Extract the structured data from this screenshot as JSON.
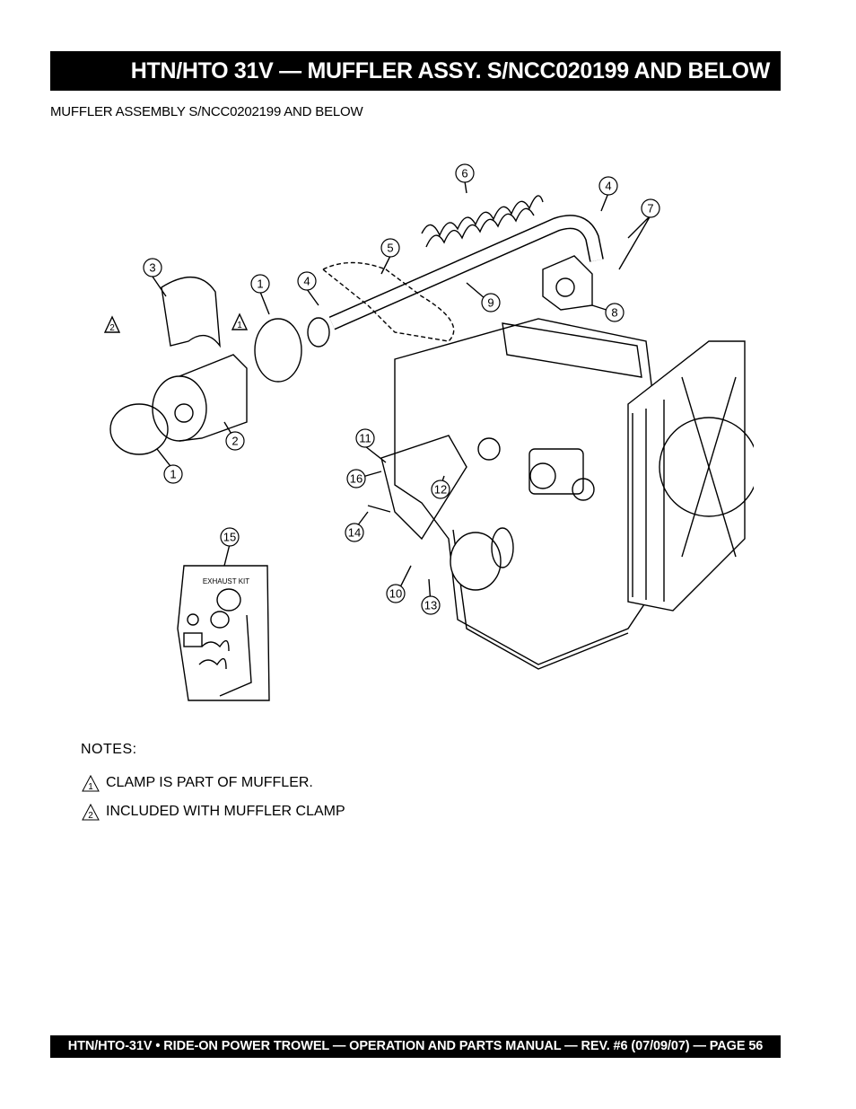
{
  "header": {
    "title": "HTN/HTO 31V — MUFFLER ASSY. S/NCC020199 AND BELOW"
  },
  "subtitle": "MUFFLER ASSEMBLY S/NCC0202199 AND BELOW",
  "callouts": [
    "1",
    "1",
    "2",
    "3",
    "4",
    "4",
    "5",
    "6",
    "7",
    "8",
    "9",
    "10",
    "11",
    "12",
    "13",
    "14",
    "15",
    "16"
  ],
  "exhaust_kit_label": "EXHAUST KIT",
  "notes": {
    "heading": "NOTES:",
    "items": [
      {
        "marker": "1",
        "text": "CLAMP IS PART OF MUFFLER."
      },
      {
        "marker": "2",
        "text": "INCLUDED WITH MUFFLER CLAMP"
      }
    ]
  },
  "footer": {
    "text": "HTN/HTO-31V • RIDE-ON POWER TROWEL — OPERATION AND PARTS MANUAL — REV. #6 (07/09/07) — PAGE 56"
  }
}
